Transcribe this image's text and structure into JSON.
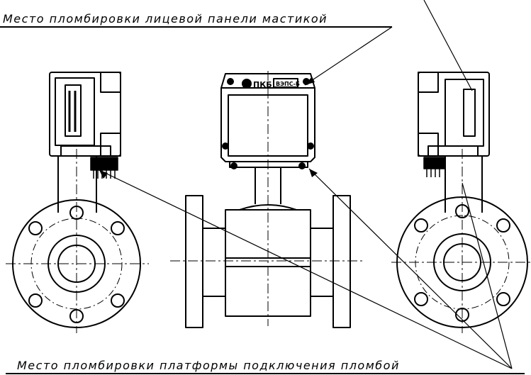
{
  "annotations": {
    "top_label": "Место пломбировки лицевой панели мастикой",
    "bottom_label": "Место пломбировки платформы подключения пломбой"
  },
  "front_view": {
    "logo_text": "ПКБ",
    "model_text": "ВЭПС-Б"
  },
  "colors": {
    "ink": "#000000",
    "background": "#ffffff"
  }
}
